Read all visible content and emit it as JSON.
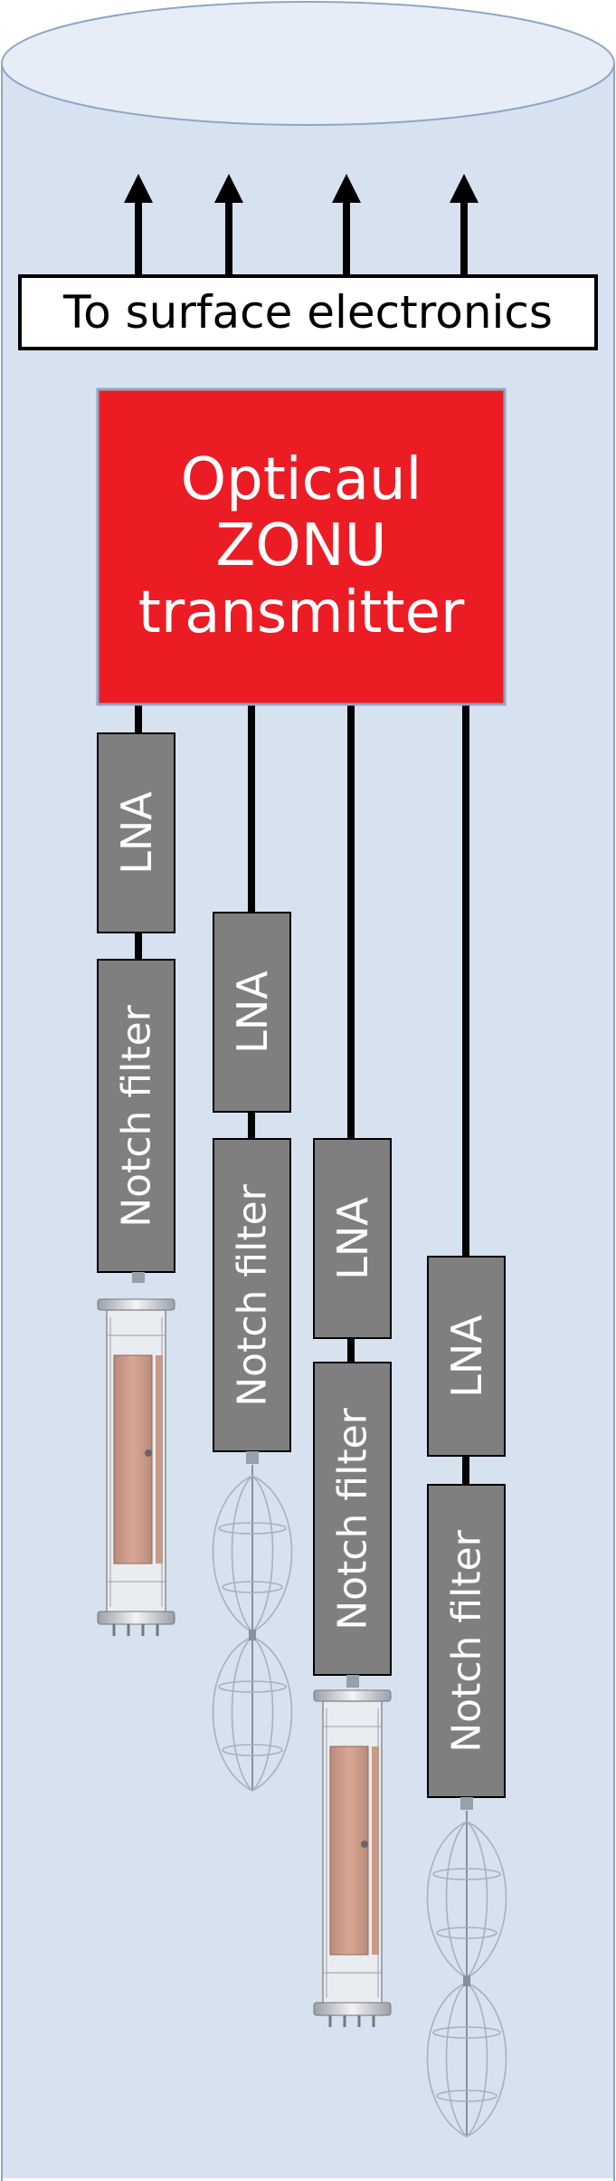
{
  "header_label": "To surface electronics",
  "transmitter": {
    "lines": [
      "Opticaul",
      "ZONU",
      "transmitter"
    ]
  },
  "channels": [
    {
      "amp_label": "LNA",
      "filter_label": "Notch filter",
      "antenna": "cylindrical"
    },
    {
      "amp_label": "LNA",
      "filter_label": "Notch filter",
      "antenna": "cage"
    },
    {
      "amp_label": "LNA",
      "filter_label": "Notch filter",
      "antenna": "cylindrical"
    },
    {
      "amp_label": "LNA",
      "filter_label": "Notch filter",
      "antenna": "cage"
    }
  ],
  "colors": {
    "borehole_fill": "#d6e2f0",
    "borehole_top": "#e6edf7",
    "borehole_edge": "#8ea6c6",
    "transmitter_fill": "#ec1c24",
    "component_fill": "#7f7f7f",
    "cable": "#000000"
  }
}
